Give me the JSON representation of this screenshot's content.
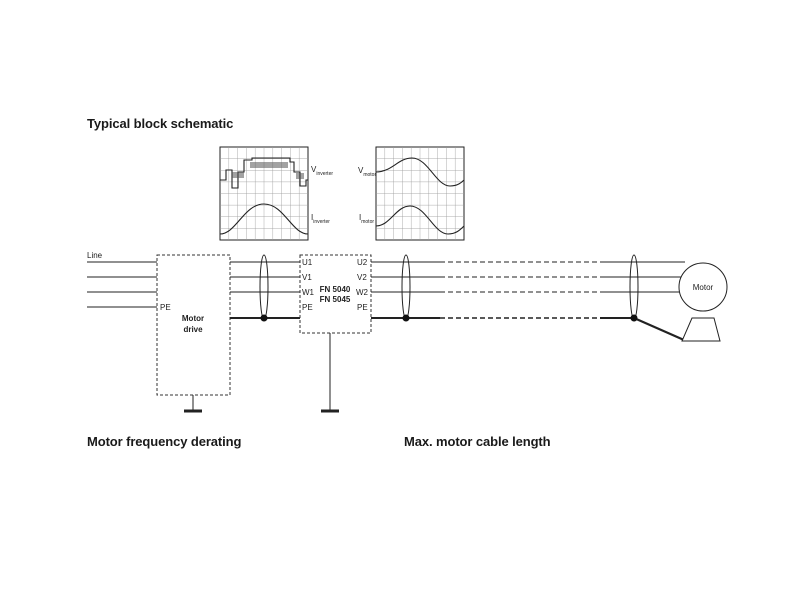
{
  "headings": {
    "schematic": "Typical block schematic",
    "derating": "Motor frequency derating",
    "cable_length": "Max. motor cable length"
  },
  "schematic": {
    "line_label": "Line",
    "drive_pe_label": "PE",
    "drive_label_1": "Motor",
    "drive_label_2": "drive",
    "filter_label_1": "FN 5040",
    "filter_label_2": "FN 5045",
    "input_terminals": [
      "U1",
      "V1",
      "W1",
      "PE"
    ],
    "output_terminals": [
      "U2",
      "V2",
      "W2",
      "PE"
    ],
    "motor_label": "Motor"
  },
  "scope_inverter": {
    "v_label": "V",
    "v_sub": "inverter",
    "i_label": "I",
    "i_sub": "inverter"
  },
  "scope_motor": {
    "v_label": "V",
    "v_sub": "motor",
    "i_label": "I",
    "i_sub": "motor"
  }
}
